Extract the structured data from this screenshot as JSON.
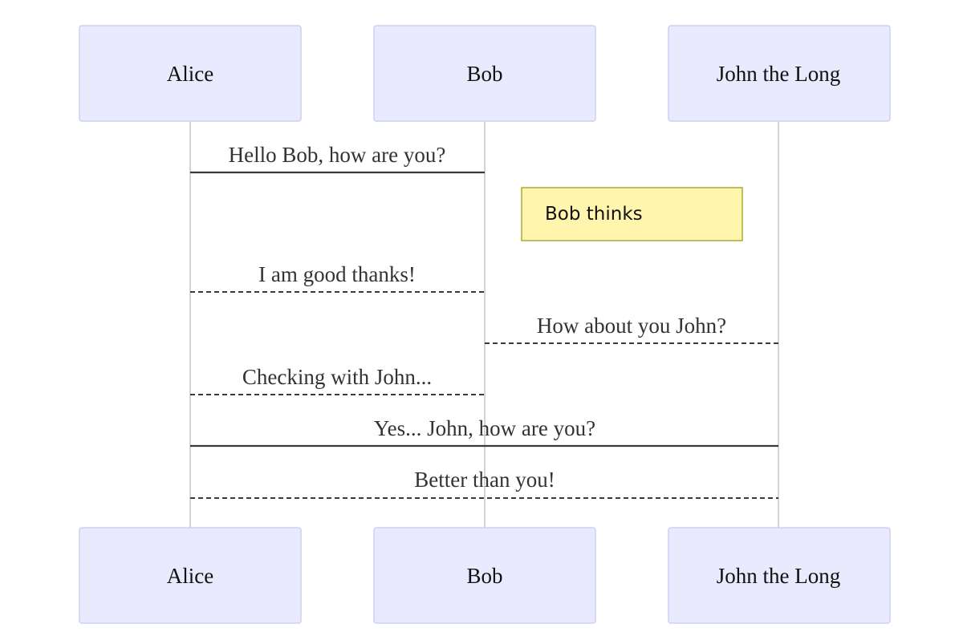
{
  "diagram": {
    "participants": [
      {
        "id": "alice",
        "label": "Alice"
      },
      {
        "id": "bob",
        "label": "Bob"
      },
      {
        "id": "john",
        "label": "John the Long"
      }
    ],
    "note": {
      "text": "Bob thinks",
      "position": "right of",
      "over": "bob"
    },
    "messages": [
      {
        "from": "alice",
        "to": "bob",
        "text": "Hello Bob, how are you?",
        "line": "solid"
      },
      {
        "from": "bob",
        "to": "alice",
        "text": "I am good thanks!",
        "line": "dashed"
      },
      {
        "from": "bob",
        "to": "john",
        "text": "How about you John?",
        "line": "dashed"
      },
      {
        "from": "bob",
        "to": "alice",
        "text": "Checking with John...",
        "line": "dashed"
      },
      {
        "from": "alice",
        "to": "john",
        "text": "Yes... John, how are you?",
        "line": "solid"
      },
      {
        "from": "john",
        "to": "alice",
        "text": "Better than you!",
        "line": "dashed"
      }
    ],
    "colors": {
      "actor_fill": "#eaeaff",
      "actor_border": "#cfcff5",
      "note_fill": "#fff5ad",
      "note_border": "#aaaa33",
      "line": "#3a3a3a"
    }
  }
}
